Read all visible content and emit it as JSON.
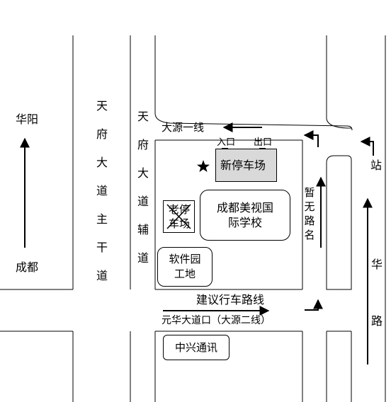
{
  "labels": {
    "huayang": "华阳",
    "chengdu": "成都",
    "tianfu_main": "天府大道主干道",
    "tianfu_aux": "天府大道辅道",
    "dayuan_line1": "大源一线",
    "entrance": "入口",
    "exit": "出口",
    "new_parking": "新停车场",
    "old_parking": "老停车场",
    "school": "成都美视国际学校",
    "software_park": "软件园工地",
    "no_road_name": "暂无路名",
    "station": "站",
    "hua_road": "华路",
    "suggested_route": "建议行车路线",
    "yuanhua_road": "元华大道口（大源二线）",
    "zte": "中兴通讯"
  },
  "icons": [
    "star-icon",
    "cross-icon",
    "entrance-marker-icon",
    "exit-marker-icon"
  ],
  "colors": {
    "line": "#000000",
    "parking_fill": "#d9d9d9",
    "background": "#ffffff"
  }
}
